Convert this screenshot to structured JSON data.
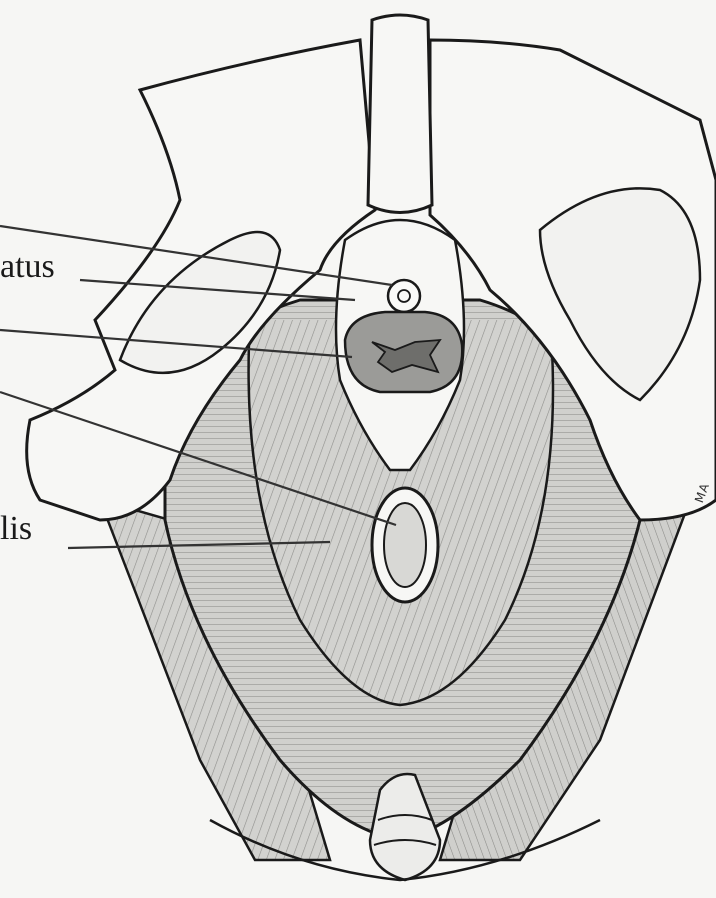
{
  "labels": [
    {
      "id": "label-hiatus",
      "text": "atus"
    },
    {
      "id": "label-levator",
      "text": "lis"
    }
  ],
  "signature": "MA",
  "colors": {
    "ink": "#1a1a1a",
    "muscle_fill": "#c9c9c6",
    "rectum_fill": "#9b9b98",
    "rectum_lumen": "#6e6e6b",
    "bone_fill": "#f7f7f5"
  }
}
